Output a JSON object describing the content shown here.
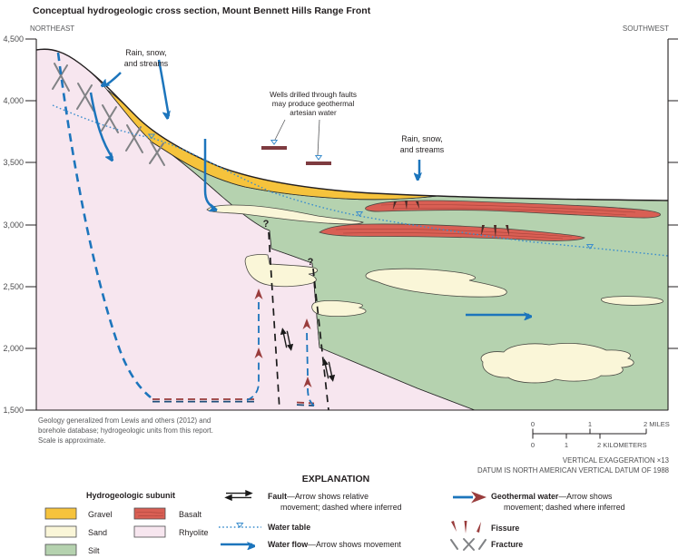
{
  "title": "Conceptual hydrogeologic cross section, Mount Bennett Hills Range Front",
  "directions": {
    "left": "NORTHEAST",
    "right": "SOUTHWEST"
  },
  "axis": {
    "ticks": [
      "4,500",
      "4,000",
      "3,500",
      "3,000",
      "2,500",
      "2,000",
      "1,500"
    ]
  },
  "annotations": {
    "rain1_line1": "Rain, snow,",
    "rain1_line2": "and streams",
    "rain2_line1": "Rain, snow,",
    "rain2_line2": "and streams",
    "wells_line1": "Wells drilled through faults",
    "wells_line2": "may produce geothermal",
    "wells_line3": "artesian water",
    "question_mark": "?"
  },
  "note": {
    "line1": "Geology generalized from Lewis and others (2012) and",
    "line2": "borehole database; hydrogeologic units from this report.",
    "line3": "Scale is approximate."
  },
  "scalebar": {
    "miles_0": "0",
    "miles_1": "1",
    "miles_2": "2 MILES",
    "km_0": "0",
    "km_1": "1",
    "km_2": "2 KILOMETERS"
  },
  "footnotes": {
    "vertical_exaggeration": "VERTICAL EXAGGERATION ×13",
    "datum": "DATUM IS NORTH AMERICAN VERTICAL DATUM OF 1988"
  },
  "explanation": {
    "heading": "EXPLANATION",
    "fault_term": "Fault",
    "fault_rest": "—Arrow shows relative",
    "fault_line2": "movement; dashed where inferred",
    "water_table_term": "Water table",
    "water_flow_term": "Water flow",
    "water_flow_rest": "—Arrow shows movement",
    "geothermal_term": "Geothermal water",
    "geothermal_rest": "—Arrow shows",
    "geothermal_line2": "movement; dashed where inferred",
    "fissure_term": "Fissure",
    "fracture_term": "Fracture"
  },
  "subunits": {
    "heading": "Hydrogeologic subunit",
    "items": [
      {
        "label": "Gravel",
        "color": "#F6C33C"
      },
      {
        "label": "Sand",
        "color": "#FAF6D8"
      },
      {
        "label": "Silt",
        "color": "#B5D2AF"
      },
      {
        "label": "Basalt",
        "color": "#D95F54"
      },
      {
        "label": "Rhyolite",
        "color": "#F7E6EF"
      }
    ]
  },
  "colors": {
    "gravel": "#F6C33C",
    "sand": "#FAF6D8",
    "silt": "#B5D2AF",
    "basalt": "#D95F54",
    "rhyolite": "#F7E6EF",
    "water_blue": "#1C75BC",
    "water_table_blue": "#3C8ECD",
    "geothermal_maroon": "#993C3C",
    "well_maroon": "#7E3B40",
    "fracture_gray": "#808285"
  }
}
